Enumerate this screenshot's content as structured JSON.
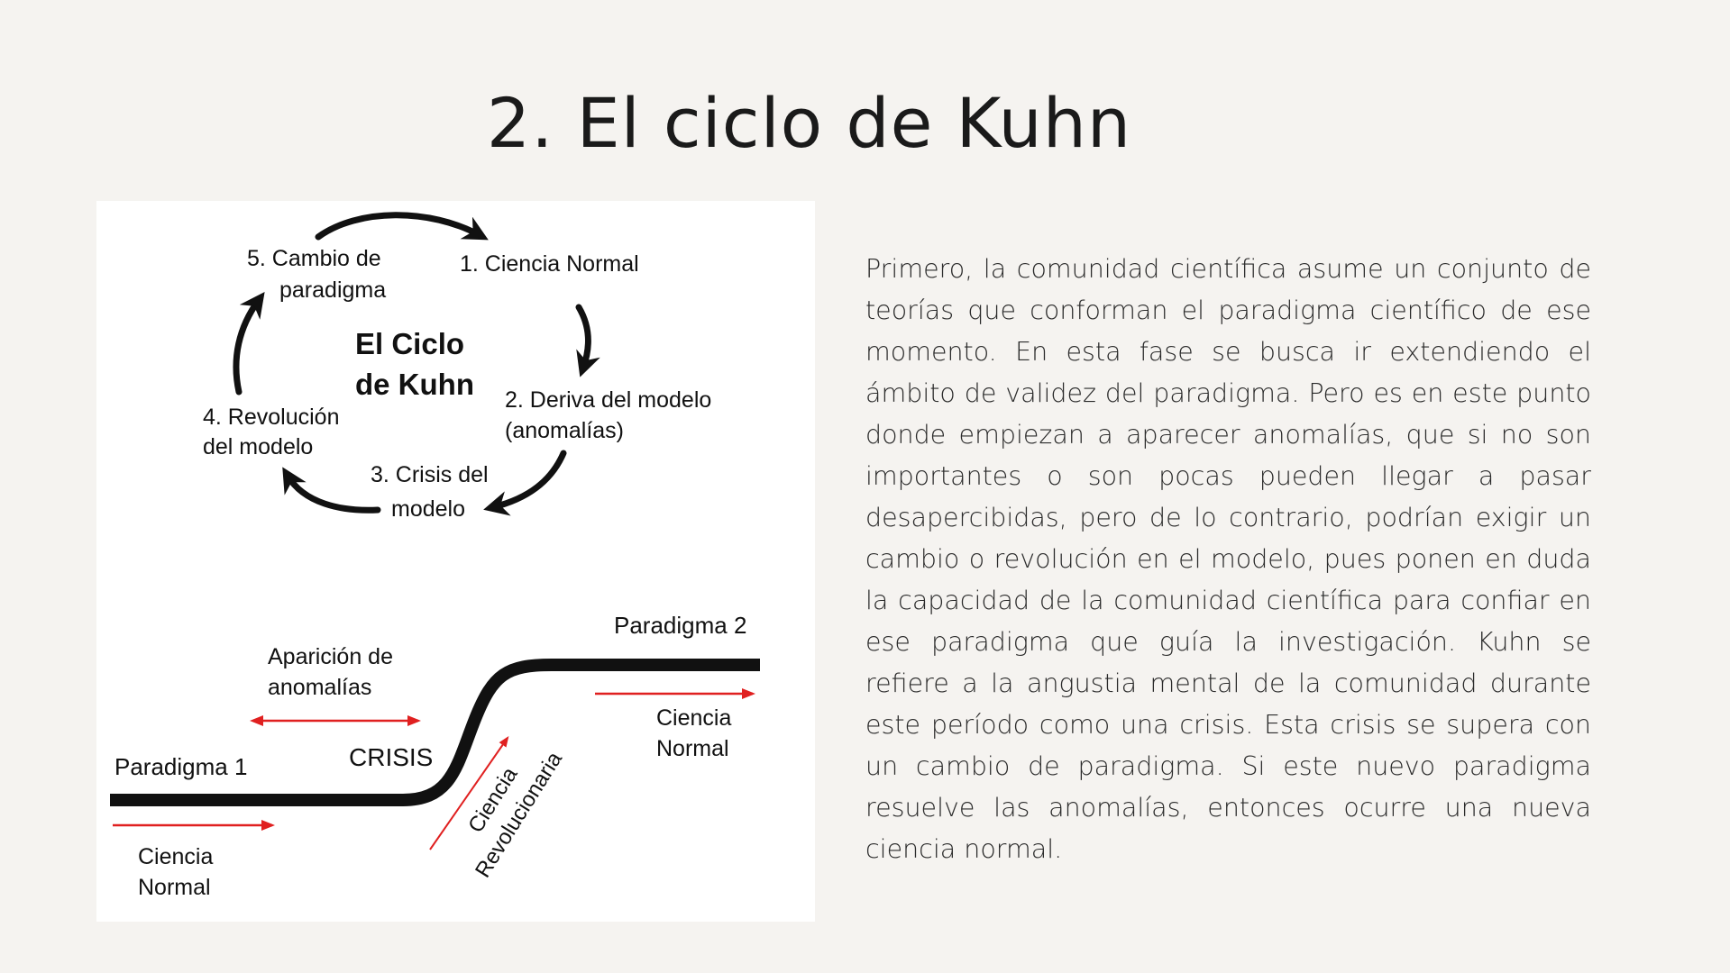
{
  "slide": {
    "title": "2. El ciclo de Kuhn",
    "body": "Primero, la comunidad científica asume un conjunto de teorías que conforman el paradigma científico de ese momento. En esta fase se busca ir extendiendo el ámbito de validez del paradigma. Pero es en este punto donde empiezan a aparecer anomalías, que si no son importantes o son pocas pueden llegar a pasar desapercibidas, pero de lo contrario, podrían exigir un cambio o revolución en el modelo, pues ponen en duda la capacidad de la comunidad científica para confiar en ese paradigma que guía la investigación. Kuhn se refiere a la angustia mental de la comunidad durante este período como una crisis. Esta crisis se supera con un cambio de paradigma. Si este nuevo paradigma resuelve las anomalías, entonces ocurre una nueva ciencia normal."
  },
  "cycle": {
    "center_line1": "El Ciclo",
    "center_line2": "de Kuhn",
    "step1": "1. Ciencia Normal",
    "step2_line1": "2. Deriva del modelo",
    "step2_line2": "(anomalías)",
    "step3_line1": "3. Crisis del",
    "step3_line2": "modelo",
    "step4_line1": "4. Revolución",
    "step4_line2": "del modelo",
    "step5_line1": "5. Cambio de",
    "step5_line2": "paradigma"
  },
  "transition": {
    "paradigm1": "Paradigma 1",
    "paradigm2": "Paradigma 2",
    "anomalies_line1": "Aparición de",
    "anomalies_line2": "anomalías",
    "crisis": "CRISIS",
    "normal_left_line1": "Ciencia",
    "normal_left_line2": "Normal",
    "normal_right_line1": "Ciencia",
    "normal_right_line2": "Normal",
    "revolutionary_line1": "Ciencia",
    "revolutionary_line2": "Revolucionaria"
  },
  "colors": {
    "background": "#f5f3f0",
    "arrow_red": "#e02020",
    "ink": "#111111"
  }
}
